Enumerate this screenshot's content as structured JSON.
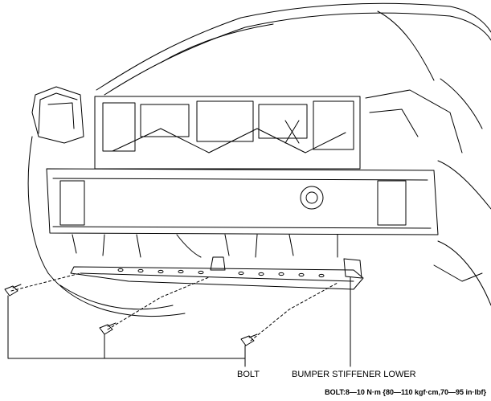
{
  "labels": {
    "bolt": "BOLT",
    "bumper_stiffener_lower": "BUMPER STIFFENER LOWER",
    "torque_spec": "BOLT:8—10 N·m {80—110 kgf·cm,70—95 in·lbf}"
  },
  "colors": {
    "line": "#000000",
    "background": "#ffffff"
  }
}
